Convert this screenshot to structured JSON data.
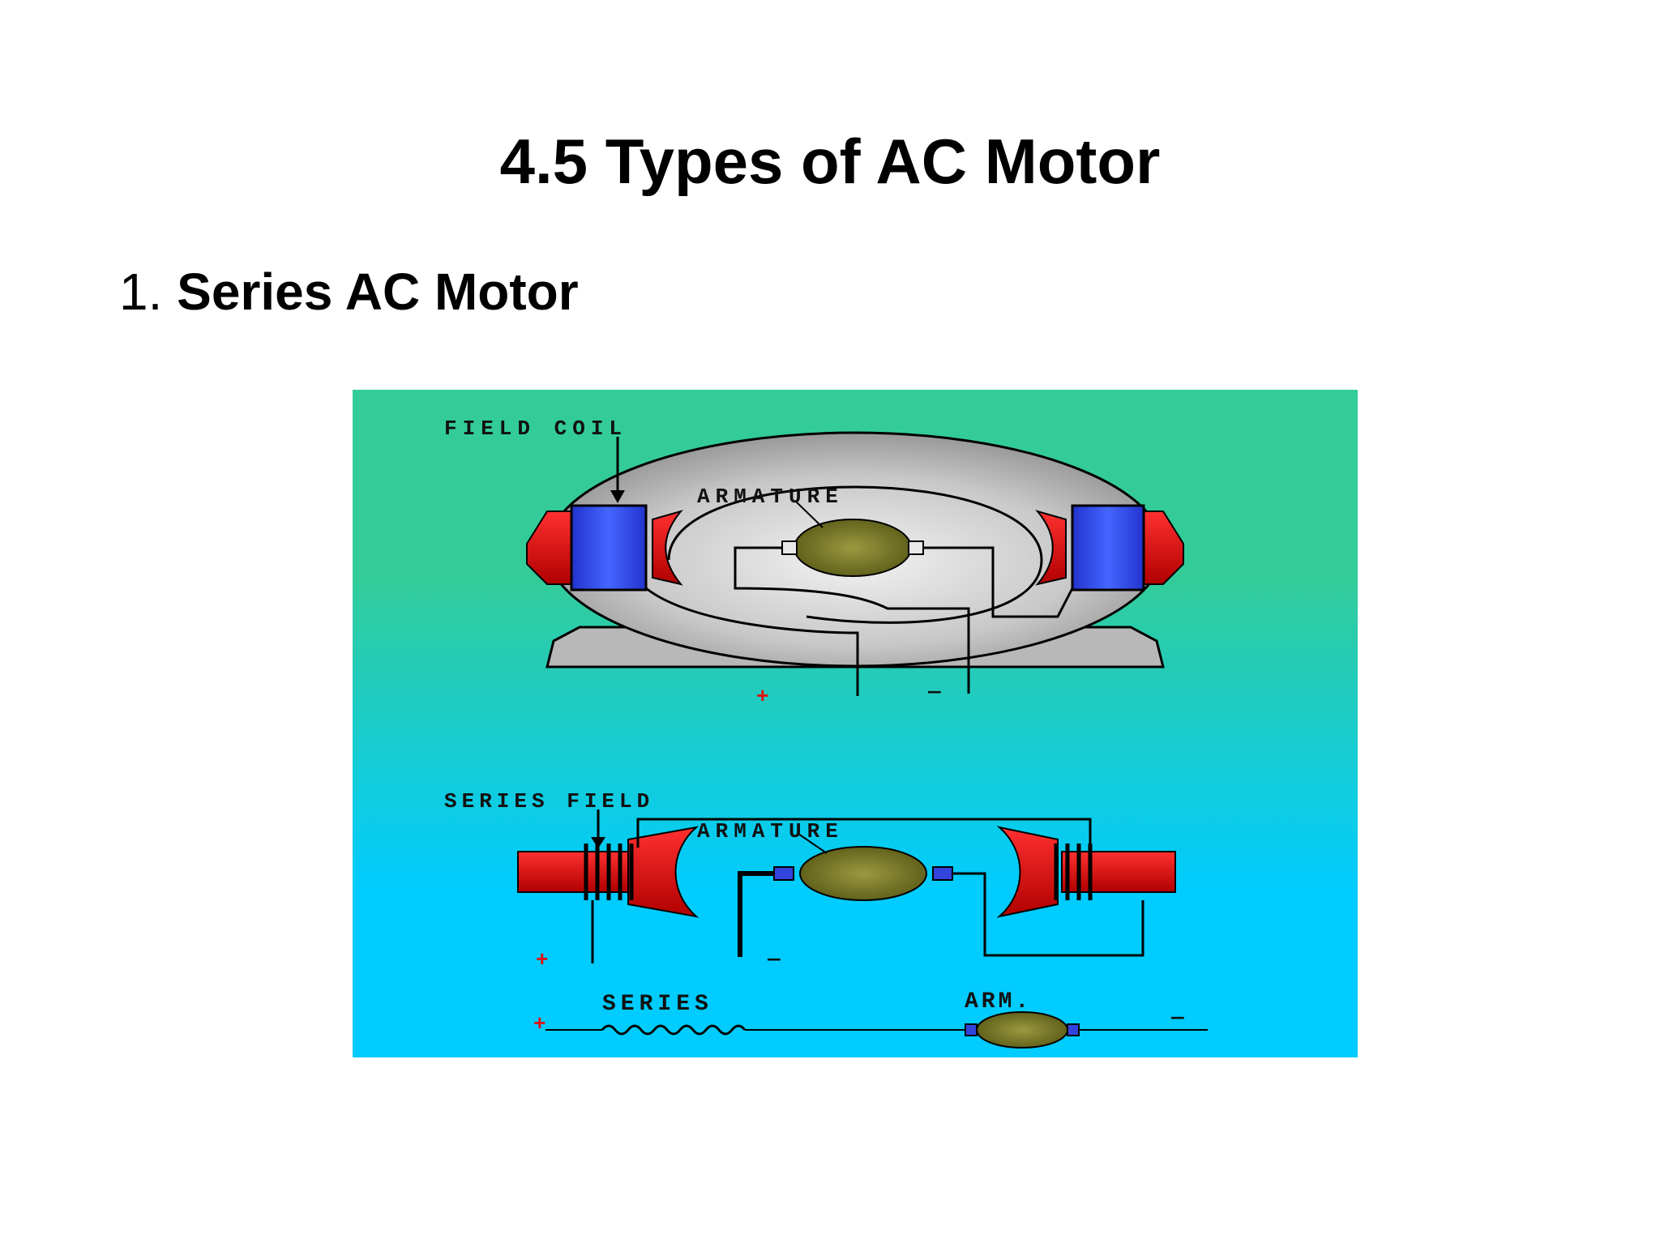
{
  "slide": {
    "title": "4.5 Types of AC Motor",
    "bullet_number": "1.",
    "bullet_text": "Series AC Motor"
  },
  "diagram": {
    "labels": {
      "field_coil": "FIELD COIL",
      "armature_top": "ARMATURE",
      "series_field": "SERIES FIELD",
      "armature_bottom": "ARMATURE",
      "series": "SERIES",
      "arm": "ARM.",
      "plus": "+",
      "minus": "—"
    },
    "colors": {
      "bg_top": "#33cc99",
      "bg_bottom": "#00ccff",
      "pole": "#e01010",
      "coil": "#3355ee",
      "armature": "#808026",
      "housing": "#cfcfcf",
      "plus_sign": "#e01010"
    }
  }
}
